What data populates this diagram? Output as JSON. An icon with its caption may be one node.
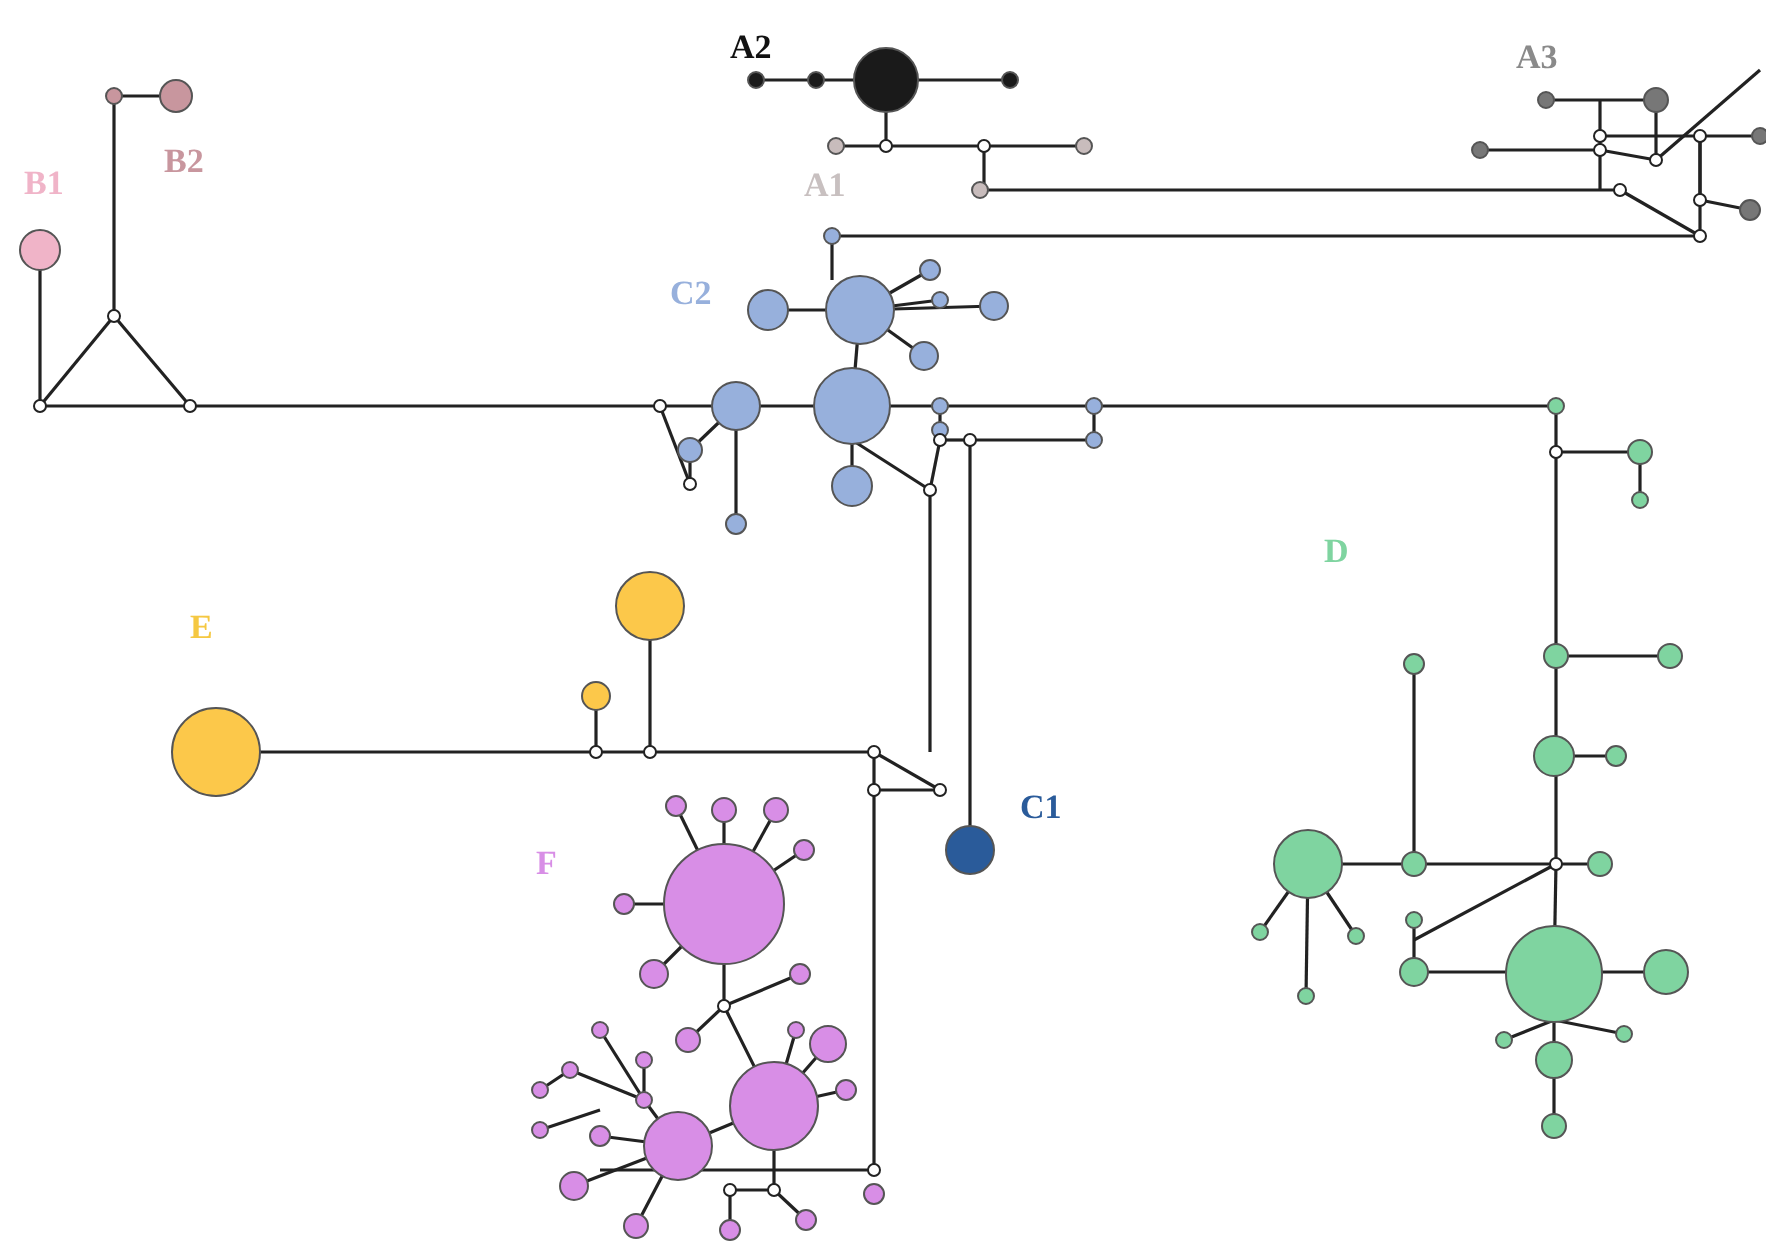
{
  "diagram": {
    "labels": [
      "A2",
      "A3",
      "B1",
      "B2",
      "A1",
      "C2",
      "E",
      "D",
      "C1",
      "F"
    ]
  }
}
